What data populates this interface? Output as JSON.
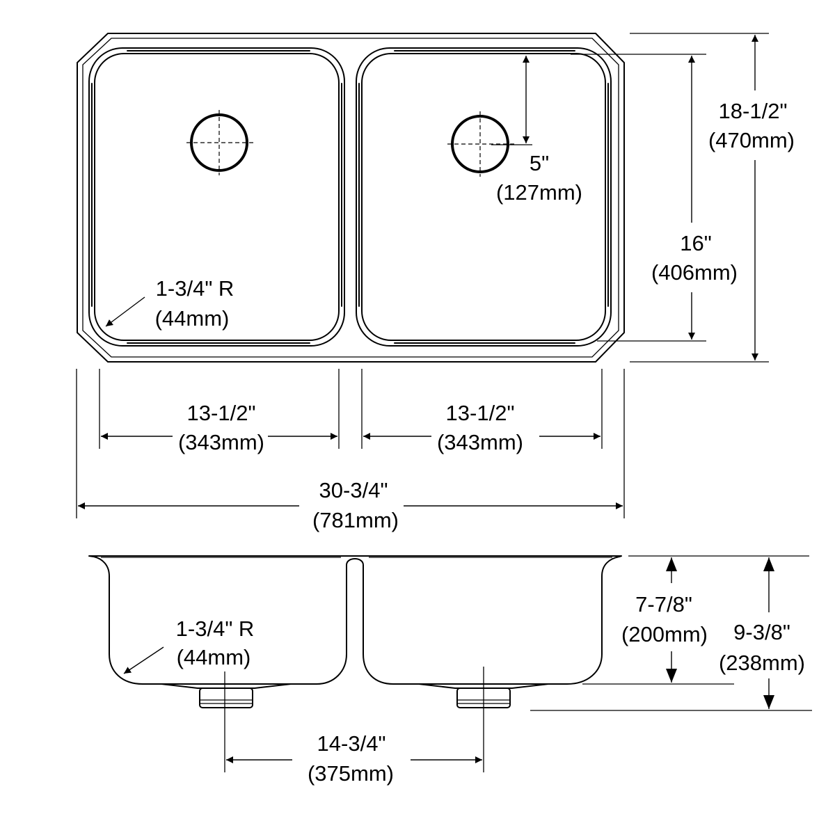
{
  "labels": {
    "top_overall_width_in": "30-3/4\"",
    "top_overall_width_mm": "(781mm)",
    "left_bowl_width_in": "13-1/2\"",
    "left_bowl_width_mm": "(343mm)",
    "right_bowl_width_in": "13-1/2\"",
    "right_bowl_width_mm": "(343mm)",
    "overall_depth_in": "18-1/2\"",
    "overall_depth_mm": "(470mm)",
    "bowl_depth_in": "16\"",
    "bowl_depth_mm": "(406mm)",
    "drain_offset_in": "5\"",
    "drain_offset_mm": "(127mm)",
    "top_corner_radius_in": "1-3/4\" R",
    "top_corner_radius_mm": "(44mm)",
    "side_corner_radius_in": "1-3/4\" R",
    "side_corner_radius_mm": "(44mm)",
    "bowl_height_in": "7-7/8\"",
    "bowl_height_mm": "(200mm)",
    "total_height_in": "9-3/8\"",
    "total_height_mm": "(238mm)",
    "drain_spacing_in": "14-3/4\"",
    "drain_spacing_mm": "(375mm)"
  }
}
